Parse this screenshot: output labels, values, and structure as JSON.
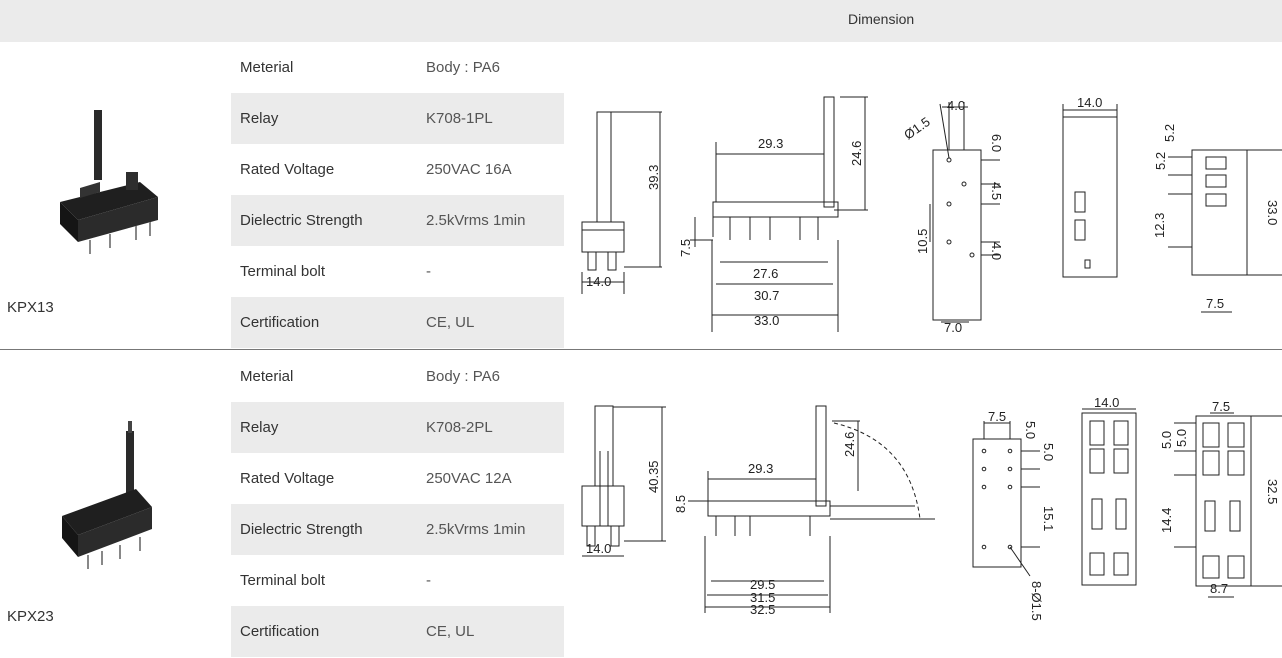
{
  "header": {
    "title": "Dimension"
  },
  "products": [
    {
      "name": "KPX13",
      "specs": [
        {
          "label": "Meterial",
          "value": "Body : PA6"
        },
        {
          "label": "Relay",
          "value": "K708-1PL"
        },
        {
          "label": "Rated Voltage",
          "value": "250VAC 16A"
        },
        {
          "label": "Dielectric Strength",
          "value": "2.5kVrms 1min"
        },
        {
          "label": "Terminal bolt",
          "value": "-"
        },
        {
          "label": "Certification",
          "value": "CE, UL"
        }
      ],
      "dims": {
        "side_width": "14.0",
        "side_height": "39.3",
        "side_pin": "7.5",
        "front_top": "29.3",
        "front_height": "24.6",
        "front_w1": "27.6",
        "front_w2": "30.7",
        "front_w3": "33.0",
        "hole_dia": "Ø1.5",
        "top_w": "4.0",
        "top_h1": "6.0",
        "top_h2": "4.5",
        "top_h3": "10.5",
        "top_h4": "4.0",
        "top_bottom": "7.0",
        "body_w": "14.0",
        "pin_h1": "5.2",
        "pin_h2": "5.2",
        "pin_h3": "12.3",
        "pin_total": "33.0",
        "pin_bottom": "7.5"
      }
    },
    {
      "name": "KPX23",
      "specs": [
        {
          "label": "Meterial",
          "value": "Body : PA6"
        },
        {
          "label": "Relay",
          "value": "K708-2PL"
        },
        {
          "label": "Rated Voltage",
          "value": "250VAC 12A"
        },
        {
          "label": "Dielectric Strength",
          "value": "2.5kVrms 1min"
        },
        {
          "label": "Terminal bolt",
          "value": "-"
        },
        {
          "label": "Certification",
          "value": "CE, UL"
        }
      ],
      "dims": {
        "side_width": "14.0",
        "side_height": "40.35",
        "side_pin": "8.5",
        "front_top": "29.3",
        "front_height": "24.6",
        "front_w1": "29.5",
        "front_w2": "31.5",
        "front_w3": "32.5",
        "top_w": "7.5",
        "top_h1": "5.0",
        "top_h2": "5.0",
        "top_h3": "15.1",
        "holes": "8-Ø1.5",
        "body_w": "14.0",
        "pin_w": "7.5",
        "pin_h1": "5.0",
        "pin_h2": "5.0",
        "pin_h3": "14.4",
        "pin_total": "32.5",
        "pin_bottom": "8.7"
      }
    }
  ],
  "colors": {
    "header_bg": "#ebebeb",
    "row_shade": "#ebebeb",
    "divider": "#777777"
  }
}
